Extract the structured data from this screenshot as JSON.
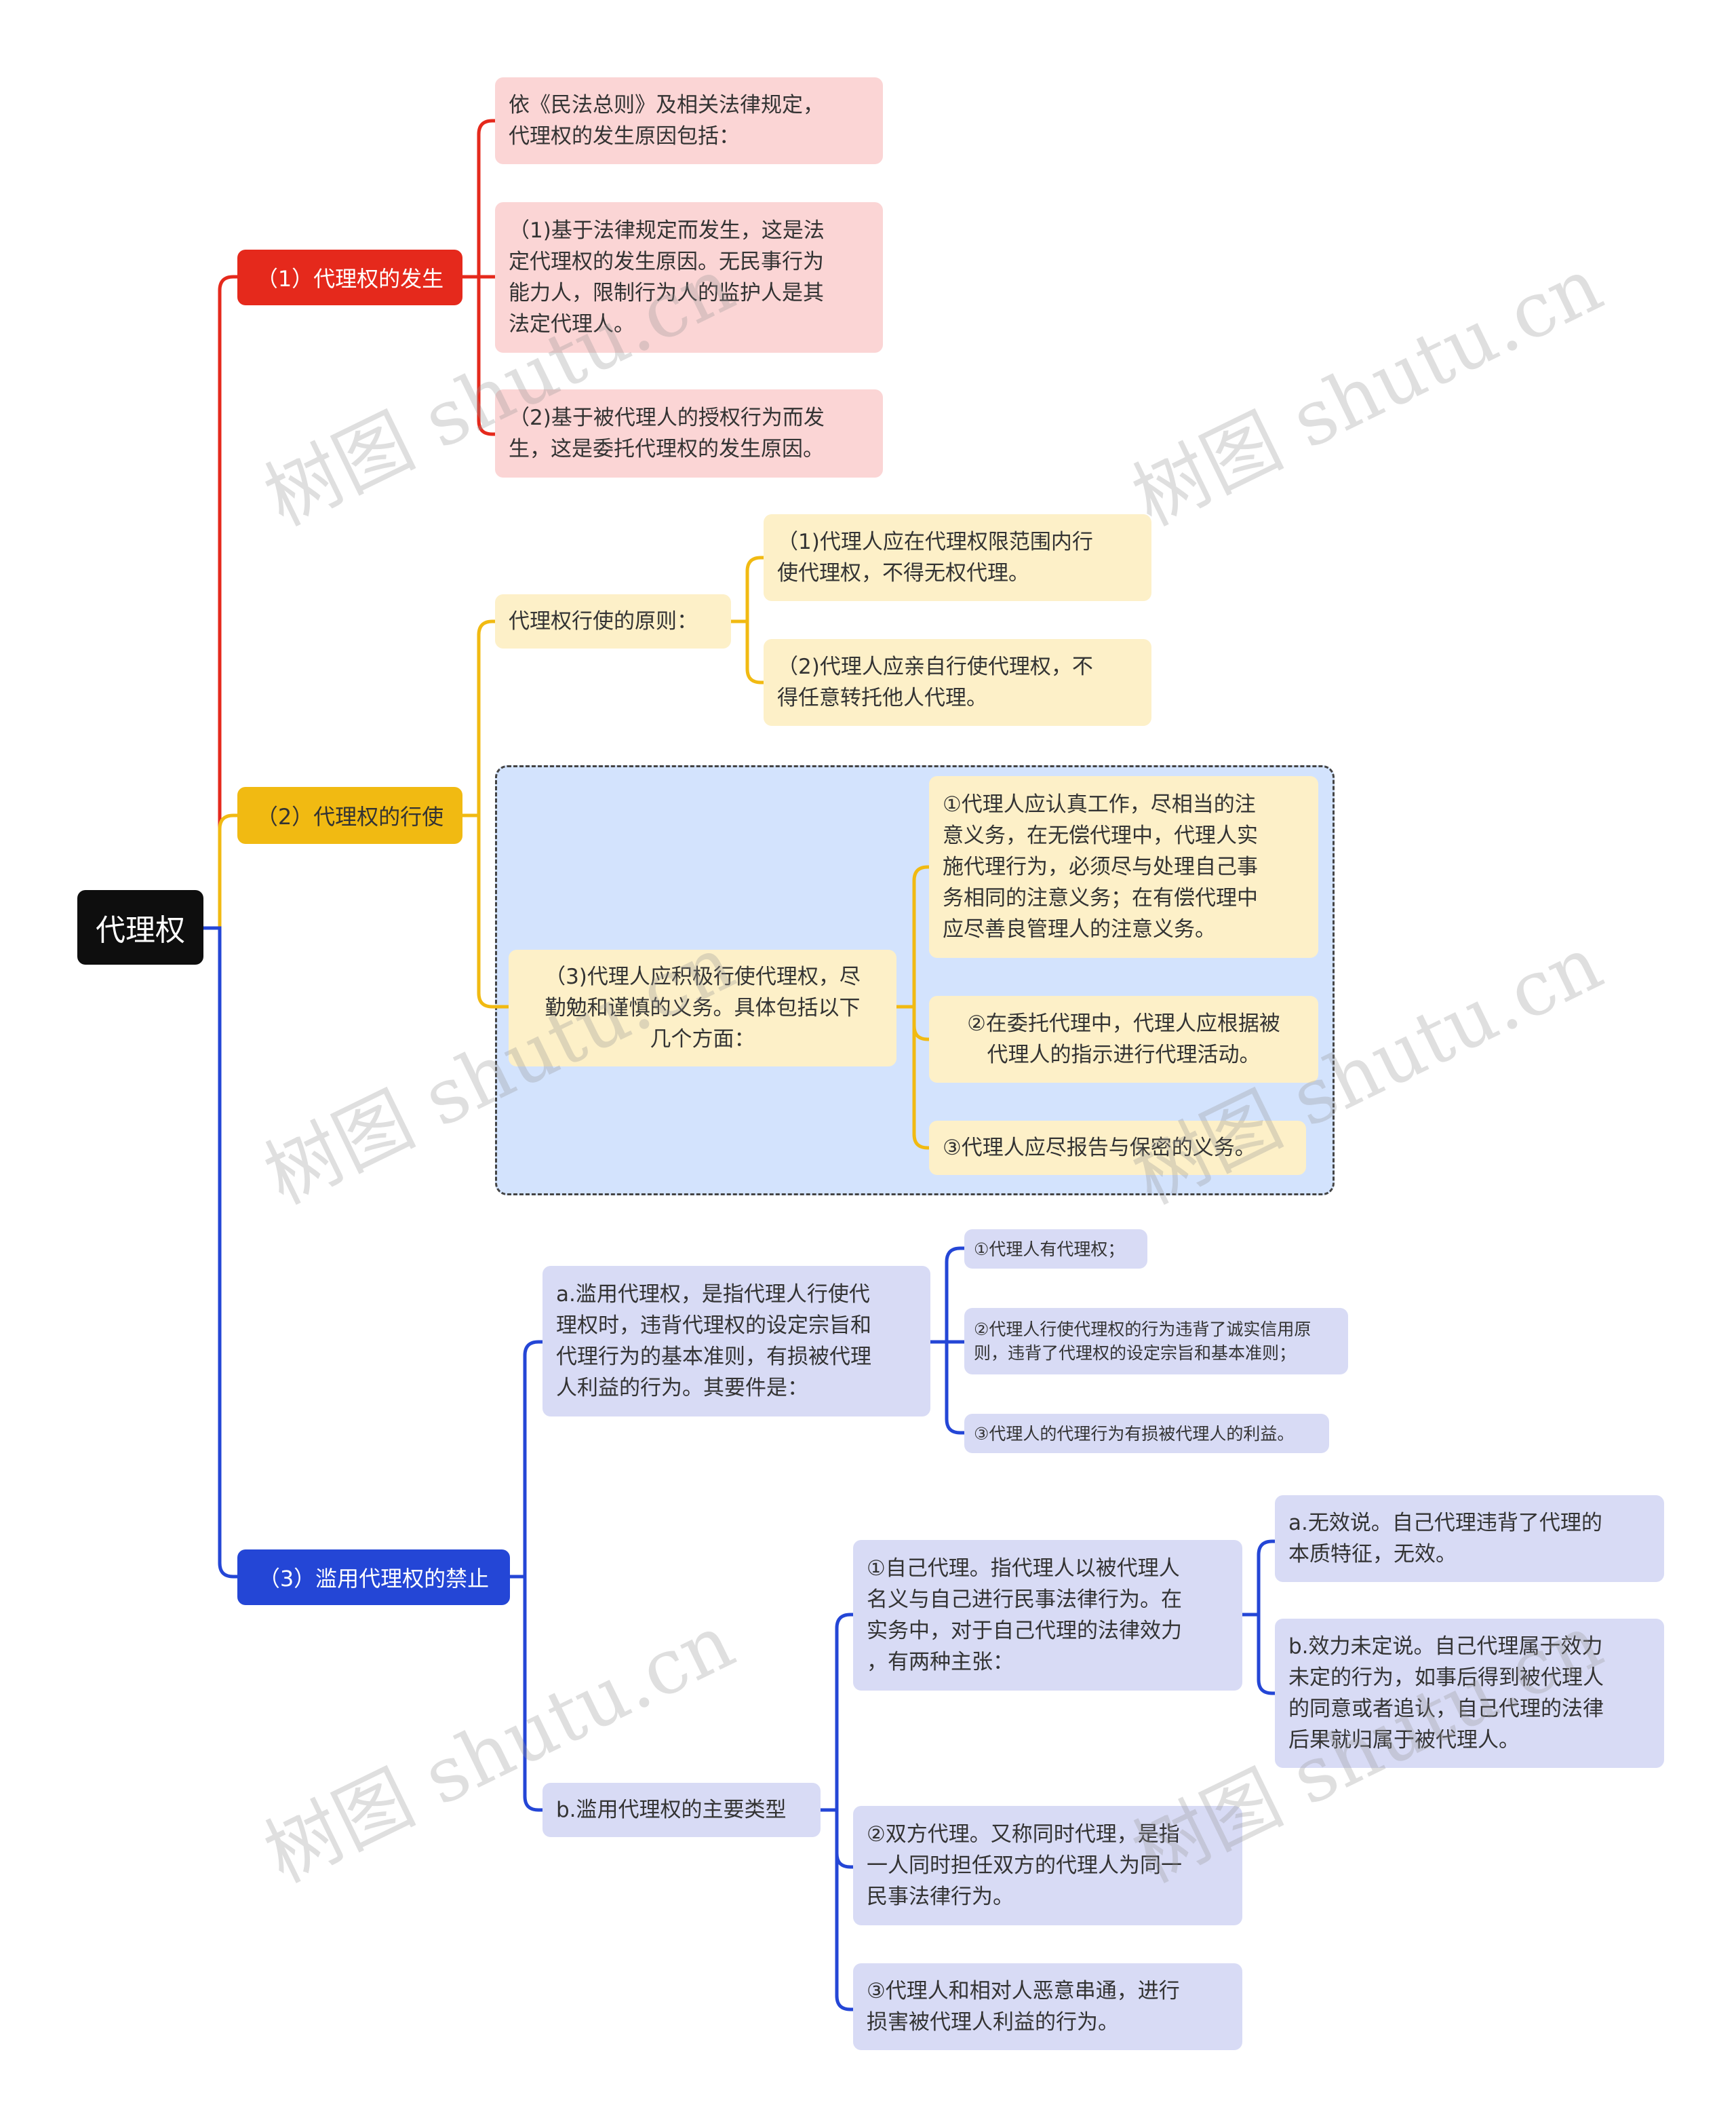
{
  "root": {
    "label": "代理权"
  },
  "branches": {
    "b1": {
      "label": "（1）代理权的发生",
      "color": "#e5291c"
    },
    "b2": {
      "label": "（2）代理权的行使",
      "color": "#f1ba12"
    },
    "b3": {
      "label": "（3）滥用代理权的禁止",
      "color": "#2446d6"
    }
  },
  "occurrence": {
    "intro": "依《民法总则》及相关法律规定，\n代理权的发生原因包括：",
    "statutory": "（1)基于法律规定而发生，这是法\n定代理权的发生原因。无民事行为\n能力人，限制行为人的监护人是其\n法定代理人。",
    "entrusted": "（2)基于被代理人的授权行为而发\n生，这是委托代理权的发生原因。"
  },
  "exercise": {
    "principle_label": "代理权行使的原则：",
    "principle_1": "（1)代理人应在代理权限范围内行\n使代理权，不得无权代理。",
    "principle_2": "（2)代理人应亲自行使代理权，不\n得任意转托他人代理。",
    "duty_label": "（3)代理人应积极行使代理权，尽\n勤勉和谨慎的义务。具体包括以下\n几个方面：",
    "duty_1": "①代理人应认真工作，尽相当的注\n意义务，在无偿代理中，代理人实\n施代理行为，必须尽与处理自己事\n务相同的注意义务；在有偿代理中\n应尽善良管理人的注意义务。",
    "duty_2": "②在委托代理中，代理人应根据被\n代理人的指示进行代理活动。",
    "duty_3": "③代理人应尽报告与保密的义务。"
  },
  "abuse": {
    "definition": "a.滥用代理权，是指代理人行使代\n理权时，违背代理权的设定宗旨和\n代理行为的基本准则，有损被代理\n人利益的行为。其要件是：",
    "req_1": "①代理人有代理权；",
    "req_2": "②代理人行使代理权的行为违背了诚实信用原\n则，违背了代理权的设定宗旨和基本准则；",
    "req_3": "③代理人的代理行为有损被代理人的利益。",
    "types_label": "b.滥用代理权的主要类型",
    "self_agency": "①自己代理。指代理人以被代理人\n名义与自己进行民事法律行为。在\n实务中，对于自己代理的法律效力\n，有两种主张：",
    "self_a": "a.无效说。自己代理违背了代理的\n本质特征，无效。",
    "self_b": "b.效力未定说。自己代理属于效力\n未定的行为，如事后得到被代理人\n的同意或者追认，自己代理的法律\n后果就归属于被代理人。",
    "dual_agency": "②双方代理。又称同时代理，是指\n一人同时担任双方的代理人为同一\n民事法律行为。",
    "collusion": "③代理人和相对人恶意串通，进行\n损害被代理人利益的行为。"
  },
  "watermark": {
    "text": "树图 shutu.cn"
  },
  "colors": {
    "red_line": "#e5291c",
    "yellow_line": "#f1ba12",
    "blue_line": "#2446d6",
    "group_fill": "#d3e3fd"
  }
}
